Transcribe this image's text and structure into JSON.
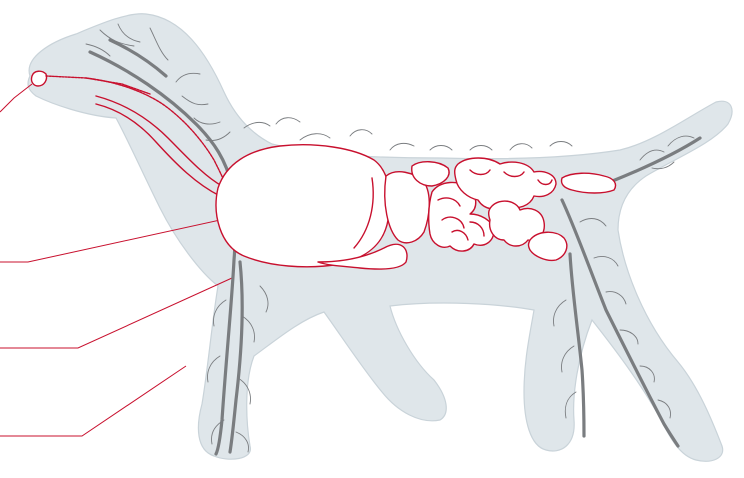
{
  "figure": {
    "subject": "dog-anatomy-illustration",
    "colors": {
      "background": "#ffffff",
      "silhouette_fill": "#dfe6ea",
      "silhouette_stroke": "#c9d3d9",
      "organ_outline": "#c8102e",
      "organ_fill": "#ffffff",
      "vessel": "#7a7d80",
      "leader_line": "#c8102e"
    },
    "leader_lines": [
      {
        "name": "leader-line-nose"
      },
      {
        "name": "leader-line-intestine"
      },
      {
        "name": "leader-line-vein"
      },
      {
        "name": "leader-line-nerve"
      }
    ]
  }
}
